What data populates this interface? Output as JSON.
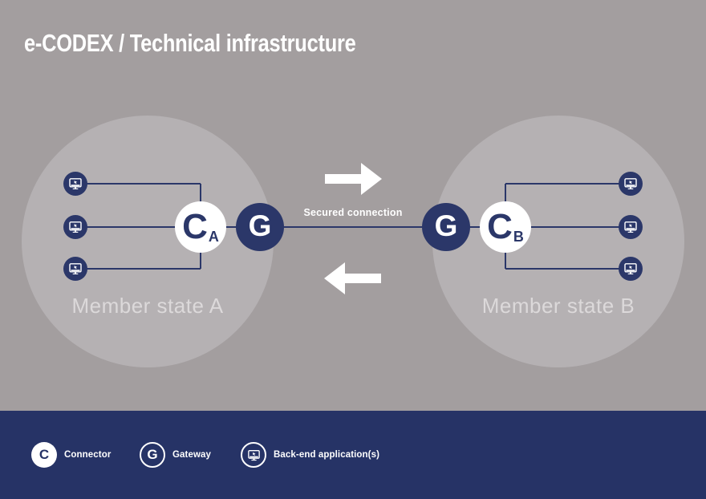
{
  "title": "e-CODEX / Technical infrastructure",
  "colors": {
    "background": "#a39e9f",
    "state_circle": "#b5b1b3",
    "navy": "#2b3769",
    "legend_bar": "#263366",
    "white": "#ffffff",
    "member_label_text": "#dcd9da"
  },
  "diagram": {
    "connection_label": "Secured connection",
    "member_states": [
      {
        "label": "Member state A",
        "connector_letter": "C",
        "connector_subscript": "A",
        "gateway_letter": "G",
        "backend_app_count": 3
      },
      {
        "label": "Member state B",
        "connector_letter": "C",
        "connector_subscript": "B",
        "gateway_letter": "G",
        "backend_app_count": 3
      }
    ],
    "arrows": [
      "right",
      "left"
    ]
  },
  "legend": {
    "items": [
      {
        "symbol": "C",
        "icon": "connector-circle-icon",
        "label": "Connector"
      },
      {
        "symbol": "G",
        "icon": "gateway-circle-icon",
        "label": "Gateway"
      },
      {
        "symbol": "",
        "icon": "monitor-icon",
        "label": "Back-end application(s)"
      }
    ]
  }
}
